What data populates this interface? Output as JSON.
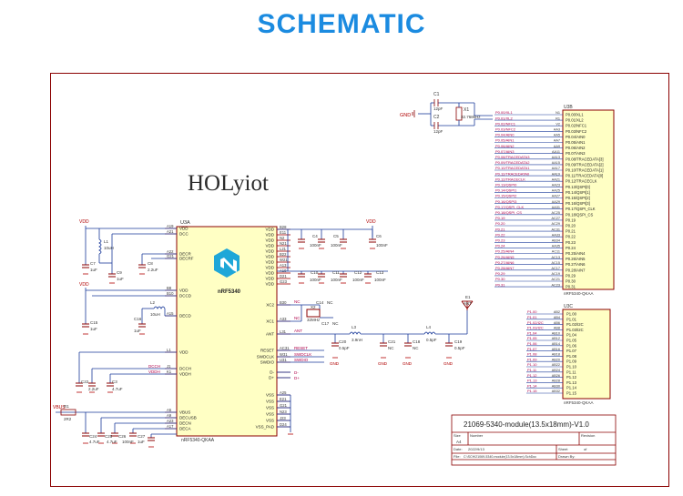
{
  "header": {
    "title": "SCHEMATIC",
    "title_color": "#1b8be0"
  },
  "colors": {
    "wire": "#1a3a9a",
    "body": "#ffffc4",
    "border": "#8b0000",
    "pin": "#a00000",
    "power": "#b00000",
    "net": "#b0004a"
  },
  "logo": {
    "text": "HOLyiot"
  },
  "u3a": {
    "ref": "U3A",
    "name": "nRF5340",
    "part": "nRF5340-QKAA",
    "left_pins": [
      {
        "num": "A19",
        "name": "VDD"
      },
      {
        "num": "A21",
        "name": "DCC"
      },
      {
        "num": "A22",
        "name": "DECR"
      },
      {
        "num": "G21",
        "name": "DECRF"
      },
      {
        "num": "B8",
        "name": "VDD"
      },
      {
        "num": "B10",
        "name": "DCCD"
      },
      {
        "num": "A15",
        "name": "DECD"
      },
      {
        "num": "L1",
        "name": "VDD"
      },
      {
        "num": "J1",
        "name": "DCCH"
      },
      {
        "num": "K1",
        "name": "VDDH"
      },
      {
        "num": "A5",
        "name": "VBUS"
      },
      {
        "num": "A9",
        "name": "DECUSB"
      },
      {
        "num": "A23",
        "name": "DECN"
      },
      {
        "num": "A17",
        "name": "DECA"
      }
    ],
    "right_pins": [
      {
        "num": "B28",
        "name": "VDD"
      },
      {
        "num": "E11",
        "name": "VDD"
      },
      {
        "num": "N2",
        "name": "VDD"
      },
      {
        "num": "N21",
        "name": "VDD"
      },
      {
        "num": "L21",
        "name": "VDD"
      },
      {
        "num": "B22",
        "name": "VDD"
      },
      {
        "num": "W21",
        "name": "VDD"
      },
      {
        "num": "A13",
        "name": "VDD"
      },
      {
        "num": "A19",
        "name": "VDD"
      },
      {
        "num": "D21",
        "name": "VDD"
      },
      {
        "num": "G23",
        "name": "VDD"
      },
      {
        "num": "B30",
        "name": "XC2"
      },
      {
        "num": "A33",
        "name": "XC1"
      },
      {
        "num": "L31",
        "name": "ANT"
      },
      {
        "num": "AC31",
        "name": "RESET"
      },
      {
        "num": "W31",
        "name": "SWDCLK"
      },
      {
        "num": "U31",
        "name": "SWDIO"
      },
      {
        "num": "",
        "name": "D-"
      },
      {
        "num": "",
        "name": "D+"
      },
      {
        "num": "A25",
        "name": "VSS"
      },
      {
        "num": "E21",
        "name": "VSS"
      },
      {
        "num": "G21",
        "name": "VSS"
      },
      {
        "num": "N23",
        "name": "VSS"
      },
      {
        "num": "J23",
        "name": "VSS"
      },
      {
        "num": "D24",
        "name": "VSS_PAD"
      }
    ]
  },
  "u3b": {
    "ref": "U3B",
    "part": "nRF5340-QKAA",
    "pins": [
      {
        "net": "P0.00/XL1",
        "num": "N1",
        "name": "P0.00/XL1"
      },
      {
        "net": "P0.01/XL2",
        "num": "R1",
        "name": "P0.01/XL2"
      },
      {
        "net": "P0.02/NFC1",
        "num": "V2",
        "name": "P0.02/NFC1"
      },
      {
        "net": "P0.03/NFC2",
        "num": "AA3",
        "name": "P0.03/NFC2"
      },
      {
        "net": "P0.04/AIN0",
        "num": "AA5",
        "name": "P0.04/AIN0"
      },
      {
        "net": "P0.05/AIN1",
        "num": "AA7",
        "name": "P0.05/AIN1"
      },
      {
        "net": "P0.06/AIN2",
        "num": "AA9",
        "name": "P0.06/AIN2"
      },
      {
        "net": "P0.07/AIN3",
        "num": "AA11",
        "name": "P0.07/AIN3"
      },
      {
        "net": "P0.08/TRACEDATA3",
        "num": "AA13",
        "name": "P0.08/TRACEDATA[3]"
      },
      {
        "net": "P0.09/TRACEDATA2",
        "num": "AA15",
        "name": "P0.09/TRACEDATA[2]"
      },
      {
        "net": "P0.10/TRACEDATA1",
        "num": "AA17",
        "name": "P0.10/TRACEDATA[1]"
      },
      {
        "net": "P0.11/TRACEDATA0",
        "num": "AA19",
        "name": "P0.11/TRACEDATA[0]"
      },
      {
        "net": "P0.12/TRACECLK",
        "num": "AA21",
        "name": "P0.12/TRACECLK"
      },
      {
        "net": "P0.13/QSPI0",
        "num": "AA23",
        "name": "P0.13/QSPI[0]"
      },
      {
        "net": "P0.14/QSPI1",
        "num": "AA25",
        "name": "P0.14/QSPI[1]"
      },
      {
        "net": "P0.15/QSPI2",
        "num": "AA27",
        "name": "P0.15/QSPI[2]"
      },
      {
        "net": "P0.16/QSPI3",
        "num": "AA29",
        "name": "P0.16/QSPI[3]"
      },
      {
        "net": "P0.17/QSPI_CLK",
        "num": "AA31",
        "name": "P0.17/QSPI_CLK"
      },
      {
        "net": "P0.18/QSPI_CS",
        "num": "AC25",
        "name": "P0.18/QSPI_CS"
      },
      {
        "net": "P0.19",
        "num": "AC27",
        "name": "P0.19"
      },
      {
        "net": "P0.20",
        "num": "AC29",
        "name": "P0.20"
      },
      {
        "net": "P0.21",
        "num": "AC31",
        "name": "P0.21"
      },
      {
        "net": "P0.22",
        "num": "AA33",
        "name": "P0.22"
      },
      {
        "net": "P0.23",
        "num": "AB34",
        "name": "P0.23"
      },
      {
        "net": "P0.24",
        "num": "AA35",
        "name": "P0.24"
      },
      {
        "net": "P0.25/AIN4",
        "num": "AC11",
        "name": "P0.25/AIN4"
      },
      {
        "net": "P0.26/AIN5",
        "num": "AC13",
        "name": "P0.26/AIN5"
      },
      {
        "net": "P0.27/AIN6",
        "num": "AC15",
        "name": "P0.27/AIN6"
      },
      {
        "net": "P0.28/AIN7",
        "num": "AC17",
        "name": "P0.28/AIN7"
      },
      {
        "net": "P0.29",
        "num": "AC19",
        "name": "P0.29"
      },
      {
        "net": "P0.30",
        "num": "AC21",
        "name": "P0.30"
      },
      {
        "net": "P0.31",
        "num": "AC23",
        "name": "P0.31"
      }
    ]
  },
  "u3c": {
    "ref": "U3C",
    "part": "nRF5340-QKAA",
    "pins": [
      {
        "net": "P1.00",
        "num": "AB2",
        "name": "P1.00"
      },
      {
        "net": "P1.01",
        "num": "AB4",
        "name": "P1.01"
      },
      {
        "net": "P1.02/I2C",
        "num": "AB6",
        "name": "P1.02/I2C"
      },
      {
        "net": "P1.03/I2C",
        "num": "AB8",
        "name": "P1.03/I2C"
      },
      {
        "net": "P1.04",
        "num": "AB10",
        "name": "P1.04"
      },
      {
        "net": "P1.05",
        "num": "AB12",
        "name": "P1.05"
      },
      {
        "net": "P1.06",
        "num": "AB14",
        "name": "P1.06"
      },
      {
        "net": "P1.07",
        "num": "AB16",
        "name": "P1.07"
      },
      {
        "net": "P1.08",
        "num": "AB18",
        "name": "P1.08"
      },
      {
        "net": "P1.09",
        "num": "AB20",
        "name": "P1.09"
      },
      {
        "net": "P1.10",
        "num": "AB22",
        "name": "P1.10"
      },
      {
        "net": "P1.11",
        "num": "AB24",
        "name": "P1.11"
      },
      {
        "net": "P1.12",
        "num": "AB26",
        "name": "P1.12"
      },
      {
        "net": "P1.13",
        "num": "AB28",
        "name": "P1.13"
      },
      {
        "net": "P1.14",
        "num": "AB30",
        "name": "P1.14"
      },
      {
        "net": "P1.15",
        "num": "AB32",
        "name": "P1.15"
      }
    ]
  },
  "crystal": {
    "x1": "X1",
    "freq": "32.768kHz",
    "c1": "C1",
    "c1v": "12pF",
    "c2": "C2",
    "c2v": "12pF",
    "gnd": "GND"
  },
  "components": {
    "vdd": "VDD",
    "l1": "L1",
    "l1v": "10uH",
    "c7": "C7",
    "c7v": "1uF",
    "c9": "C9",
    "c9v": "1uF",
    "c8": "C8",
    "c8v": "2.2uF",
    "c15": "C15",
    "c15v": "1uF",
    "l2": "L2",
    "l2v": "10uH",
    "c16": "C16",
    "c16v": "1uF",
    "c22": "C22",
    "c22v": "2.2uF",
    "c3": "C3",
    "c3v": "4.7uF",
    "r1": "R1",
    "r1v": "2R2",
    "vbus": "VBUS",
    "c24": "C24",
    "c24v": "4.7uF",
    "c25": "C25",
    "c25v": "4.7uF",
    "c26": "C26",
    "c26v": "100nF",
    "c27": "C27",
    "c27v": "1uF",
    "c4": "C4",
    "c4v": "100nF",
    "c5": "C5",
    "c5v": "100nF",
    "c6": "C6",
    "c6v": "100nF",
    "c10": "C10",
    "c10v": "100nF",
    "c11": "C11",
    "c11v": "100nF",
    "c12": "C12",
    "c12v": "100nF",
    "c13": "C13",
    "c13v": "100nF",
    "c14": "C14",
    "x2": "X2",
    "x2v": "32MHz",
    "c17": "C17",
    "nc": "NC",
    "l3": "L3",
    "l3v": "3.9nH",
    "l4": "L4",
    "l4v": "0.5pF",
    "c18": "C18",
    "c19": "C19",
    "c19v": "0.5pF",
    "c20": "C20",
    "c20v": "0.5pF",
    "c21": "C21",
    "e1": "E1",
    "ant": "ANT",
    "gnd": "GND",
    "reset": "RESET",
    "swdclk": "SWDCLK",
    "swdio": "SWDIO",
    "dcch": "DCCH",
    "vddh": "VDDH",
    "dm": "D-",
    "dp": "D+"
  },
  "title_block": {
    "title": "21069-5340-module(13.5x18mm)-V1.0",
    "size_label": "Size",
    "size": "A4",
    "number_label": "Number",
    "revision_label": "Revision",
    "date_label": "Date:",
    "date": "2022/9/13",
    "file_label": "File:",
    "file": "C:\\SCH\\21069-5340-module(13.5x18mm).SchDoc",
    "sheet_label": "Sheet",
    "of_label": "of",
    "drawn_label": "Drawn By:"
  }
}
